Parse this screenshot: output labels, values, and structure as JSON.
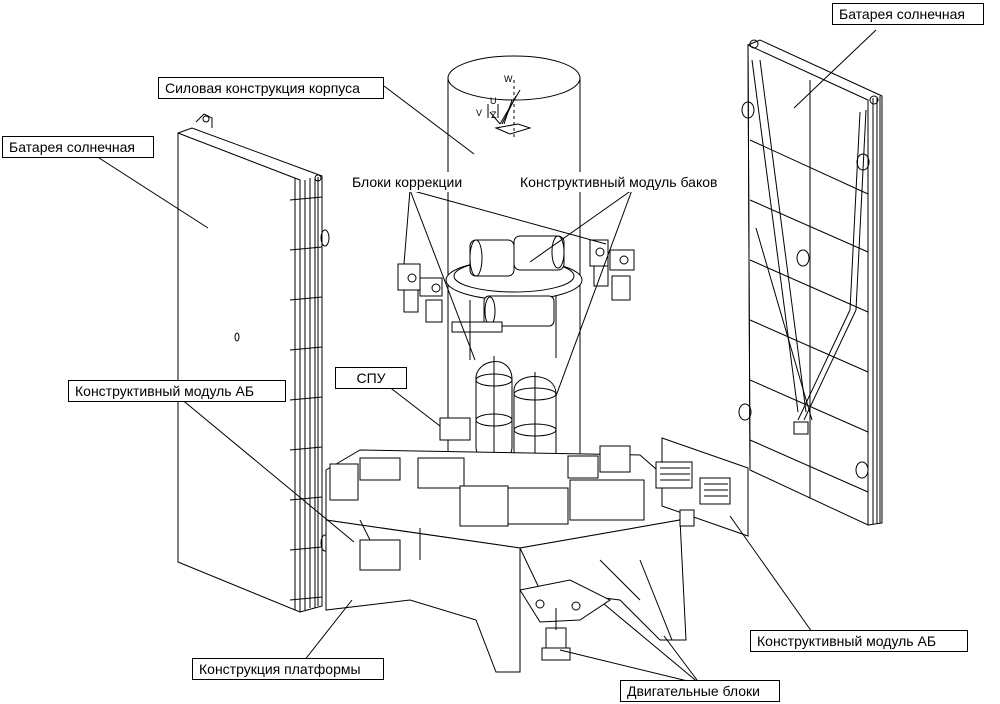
{
  "labels": {
    "solar_battery_right": "Батарея солнечная",
    "solar_battery_left": "Батарея солнечная",
    "body_structure": "Силовая конструкция корпуса",
    "correction_blocks": "Блоки коррекции",
    "tank_module": "Конструктивный модуль баков",
    "spu": "СПУ",
    "ab_module_left": "Конструктивный модуль АБ",
    "ab_module_right": "Конструктивный модуль АБ",
    "platform": "Конструкция платформы",
    "engine_blocks": "Двигательные блоки"
  },
  "axes": {
    "w": "W",
    "v": "V",
    "z": "Z",
    "u": "U"
  },
  "colors": {
    "line": "#000000",
    "background": "#ffffff"
  }
}
